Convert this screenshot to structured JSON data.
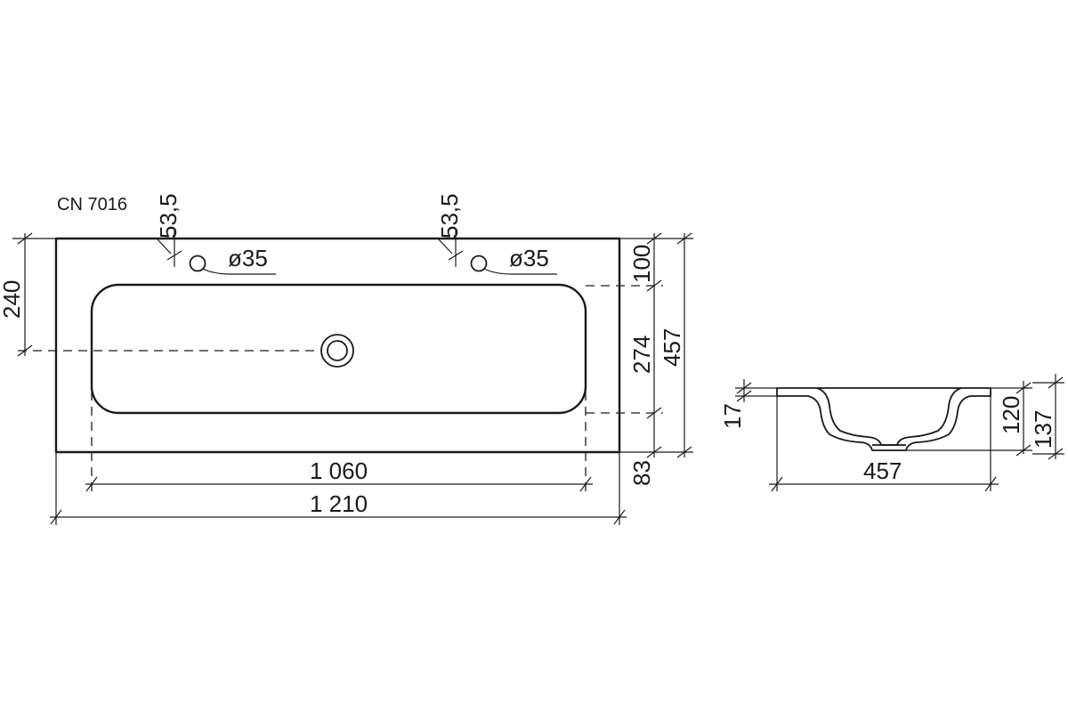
{
  "model_code": "CN 7016",
  "top_view": {
    "faucet_holes": [
      {
        "diameter": "ø35",
        "edge_offset": "53,5"
      },
      {
        "diameter": "ø35",
        "edge_offset": "53,5"
      }
    ],
    "dims": {
      "drain_from_back": "240",
      "back_margin": "100",
      "bowl_depth": "274",
      "total_depth": "457",
      "front_margin": "83",
      "bowl_width": "1 060",
      "total_width": "1 210"
    }
  },
  "side_view": {
    "dims": {
      "rim_thickness": "17",
      "bowl_height": "120",
      "total_height": "137",
      "depth": "457"
    }
  }
}
